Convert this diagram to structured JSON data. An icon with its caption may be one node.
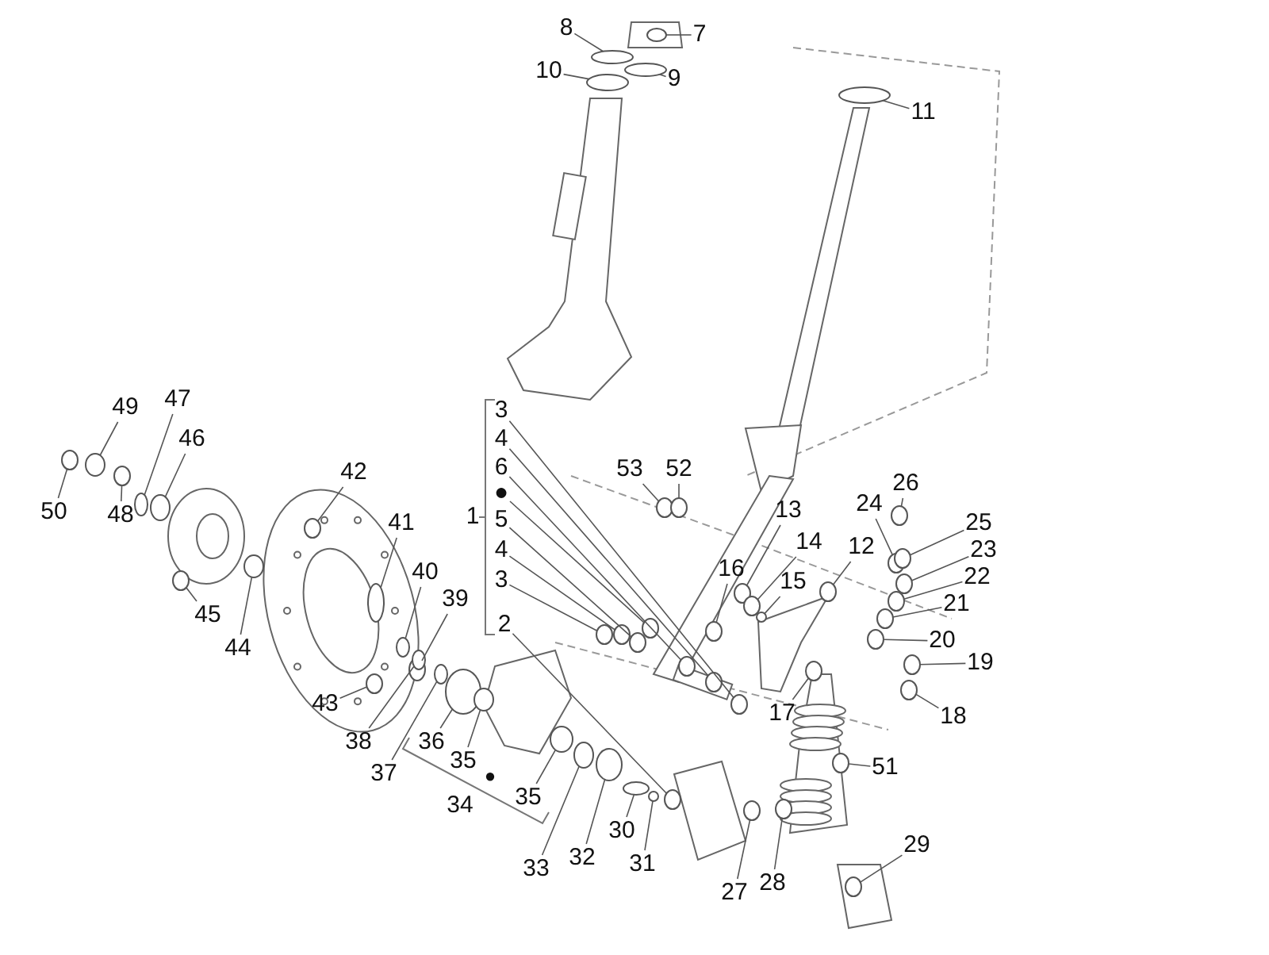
{
  "diagram": {
    "nodes": [
      {
        "text": [
          "8"
        ]
      },
      {
        "text": [
          "7"
        ]
      },
      {
        "text": [
          "10"
        ]
      },
      {
        "text": [
          "9"
        ]
      },
      {
        "text": [
          "11"
        ]
      },
      {
        "text": [
          "3"
        ]
      },
      {
        "text": [
          "4"
        ]
      },
      {
        "text": [
          "6"
        ]
      },
      {
        "text": [
          "●"
        ]
      },
      {
        "text": [
          "1"
        ]
      },
      {
        "text": [
          "5"
        ]
      },
      {
        "text": [
          "4"
        ]
      },
      {
        "text": [
          "3"
        ]
      },
      {
        "text": [
          "2"
        ]
      },
      {
        "text": [
          "53"
        ]
      },
      {
        "text": [
          "52"
        ]
      },
      {
        "text": [
          "26"
        ]
      },
      {
        "text": [
          "49"
        ]
      },
      {
        "text": [
          "47"
        ]
      },
      {
        "text": [
          "46"
        ]
      },
      {
        "text": [
          "50"
        ]
      },
      {
        "text": [
          "48"
        ]
      },
      {
        "text": [
          "42"
        ]
      },
      {
        "text": [
          "41"
        ]
      },
      {
        "text": [
          "13"
        ]
      },
      {
        "text": [
          "24"
        ]
      },
      {
        "text": [
          "25"
        ]
      },
      {
        "text": [
          "14"
        ]
      },
      {
        "text": [
          "12"
        ]
      },
      {
        "text": [
          "23"
        ]
      },
      {
        "text": [
          "16"
        ]
      },
      {
        "text": [
          "15"
        ]
      },
      {
        "text": [
          "22"
        ]
      },
      {
        "text": [
          "21"
        ]
      },
      {
        "text": [
          "40"
        ]
      },
      {
        "text": [
          "39"
        ]
      },
      {
        "text": [
          "45"
        ]
      },
      {
        "text": [
          "44"
        ]
      },
      {
        "text": [
          "20"
        ]
      },
      {
        "text": [
          "19"
        ]
      },
      {
        "text": [
          "38"
        ]
      },
      {
        "text": [
          "43"
        ]
      },
      {
        "text": [
          "36"
        ]
      },
      {
        "text": [
          "37"
        ]
      },
      {
        "text": [
          "35"
        ]
      },
      {
        "text": [
          "17"
        ]
      },
      {
        "text": [
          "18"
        ]
      },
      {
        "text": [
          "51"
        ]
      },
      {
        "text": [
          "34"
        ]
      },
      {
        "text": [
          "35"
        ]
      },
      {
        "text": [
          "30"
        ]
      },
      {
        "text": [
          "33"
        ]
      },
      {
        "text": [
          "32"
        ]
      },
      {
        "text": [
          "31"
        ]
      },
      {
        "text": [
          "29"
        ]
      },
      {
        "text": [
          "27"
        ]
      },
      {
        "text": [
          "28"
        ]
      },
      {
        "text": [],
        "shape": "circle"
      },
      {
        "text": [],
        "shape": "circle"
      },
      {
        "text": [],
        "shape": "circle"
      },
      {
        "text": [],
        "shape": "circle"
      },
      {
        "text": [],
        "shape": "circle"
      },
      {
        "text": [],
        "shape": "circle"
      },
      {
        "text": [],
        "shape": "circle"
      },
      {
        "text": [],
        "shape": "circle"
      },
      {
        "text": [],
        "shape": "circle"
      },
      {
        "text": [],
        "shape": "circle"
      },
      {
        "text": [],
        "shape": "circle"
      },
      {
        "text": [],
        "shape": "circle"
      },
      {
        "text": [],
        "shape": "circle"
      },
      {
        "text": [],
        "shape": "circle"
      },
      {
        "text": [],
        "shape": "circle"
      },
      {
        "text": [],
        "shape": "circle"
      },
      {
        "text": [],
        "shape": "circle"
      },
      {
        "text": [],
        "shape": "circle"
      },
      {
        "text": [],
        "shape": "circle"
      },
      {
        "text": [],
        "shape": "circle"
      },
      {
        "text": [],
        "shape": "circle"
      },
      {
        "text": [],
        "shape": "circle"
      },
      {
        "text": [],
        "shape": "circle"
      },
      {
        "text": [],
        "shape": "circle"
      },
      {
        "text": [],
        "shape": "circle"
      },
      {
        "text": [],
        "shape": "circle"
      },
      {
        "text": [],
        "shape": "circle"
      },
      {
        "text": [],
        "shape": "circle"
      },
      {
        "text": [],
        "shape": "circle"
      },
      {
        "text": [],
        "shape": "circle"
      },
      {
        "text": [],
        "shape": "circle"
      },
      {
        "text": [],
        "shape": "circle"
      },
      {
        "text": [],
        "shape": "circle"
      },
      {
        "text": [],
        "shape": "circle"
      },
      {
        "text": [],
        "shape": "circle"
      },
      {
        "text": [],
        "shape": "circle"
      },
      {
        "text": [],
        "shape": "circle"
      },
      {
        "text": [],
        "shape": "circle"
      },
      {
        "text": [],
        "shape": "circle"
      },
      {
        "text": [],
        "shape": "circle"
      },
      {
        "text": [],
        "shape": "circle"
      },
      {
        "text": [],
        "shape": "circle"
      },
      {
        "text": [],
        "shape": "circle"
      },
      {
        "text": [],
        "shape": "circle"
      },
      {
        "text": [],
        "shape": "circle"
      },
      {
        "text": [],
        "shape": "circle"
      },
      {
        "text": [],
        "shape": "circle"
      },
      {
        "text": [],
        "shape": "circle"
      },
      {
        "text": [],
        "shape": "circle"
      },
      {
        "text": [],
        "shape": "circle"
      },
      {
        "text": [],
        "shape": "circle"
      },
      {
        "text": [],
        "shape": "circle"
      },
      {
        "text": [],
        "shape": "circle"
      },
      {
        "text": [],
        "shape": "circle"
      },
      {
        "text": [],
        "shape": "circle"
      }
    ],
    "edges": [
      {
        "from": 0,
        "to": 57,
        "arrow": "none"
      },
      {
        "from": 1,
        "to": 58,
        "arrow": "none"
      },
      {
        "from": 2,
        "to": 59,
        "arrow": "none"
      },
      {
        "from": 3,
        "to": 60,
        "arrow": "none"
      },
      {
        "from": 4,
        "to": 61,
        "arrow": "none"
      },
      {
        "from": 5,
        "to": 62,
        "arrow": "none"
      },
      {
        "from": 6,
        "to": 63,
        "arrow": "none"
      },
      {
        "from": 7,
        "to": 64,
        "arrow": "none"
      },
      {
        "from": 8,
        "to": 65,
        "arrow": "none"
      },
      {
        "from": 10,
        "to": 66,
        "arrow": "none"
      },
      {
        "from": 11,
        "to": 67,
        "arrow": "none"
      },
      {
        "from": 12,
        "to": 68,
        "arrow": "none"
      },
      {
        "from": 13,
        "to": 69,
        "arrow": "none"
      },
      {
        "from": 14,
        "to": 70,
        "arrow": "none"
      },
      {
        "from": 15,
        "to": 71,
        "arrow": "none"
      },
      {
        "from": 16,
        "to": 72,
        "arrow": "none"
      },
      {
        "from": 17,
        "to": 73,
        "arrow": "none"
      },
      {
        "from": 18,
        "to": 74,
        "arrow": "none"
      },
      {
        "from": 19,
        "to": 75,
        "arrow": "none"
      },
      {
        "from": 20,
        "to": 76,
        "arrow": "none"
      },
      {
        "from": 21,
        "to": 77,
        "arrow": "none"
      },
      {
        "from": 22,
        "to": 78,
        "arrow": "none"
      },
      {
        "from": 23,
        "to": 79,
        "arrow": "none"
      },
      {
        "from": 24,
        "to": 80,
        "arrow": "none"
      },
      {
        "from": 25,
        "to": 81,
        "arrow": "none"
      },
      {
        "from": 26,
        "to": 82,
        "arrow": "none"
      },
      {
        "from": 27,
        "to": 83,
        "arrow": "none"
      },
      {
        "from": 28,
        "to": 84,
        "arrow": "none"
      },
      {
        "from": 29,
        "to": 85,
        "arrow": "none"
      },
      {
        "from": 30,
        "to": 86,
        "arrow": "none"
      },
      {
        "from": 31,
        "to": 87,
        "arrow": "none"
      },
      {
        "from": 32,
        "to": 88,
        "arrow": "none"
      },
      {
        "from": 33,
        "to": 89,
        "arrow": "none"
      },
      {
        "from": 34,
        "to": 90,
        "arrow": "none"
      },
      {
        "from": 35,
        "to": 91,
        "arrow": "none"
      },
      {
        "from": 36,
        "to": 92,
        "arrow": "none"
      },
      {
        "from": 37,
        "to": 93,
        "arrow": "none"
      },
      {
        "from": 38,
        "to": 94,
        "arrow": "none"
      },
      {
        "from": 39,
        "to": 95,
        "arrow": "none"
      },
      {
        "from": 40,
        "to": 96,
        "arrow": "none"
      },
      {
        "from": 41,
        "to": 97,
        "arrow": "none"
      },
      {
        "from": 42,
        "to": 98,
        "arrow": "none"
      },
      {
        "from": 43,
        "to": 99,
        "arrow": "none"
      },
      {
        "from": 44,
        "to": 100,
        "arrow": "none"
      },
      {
        "from": 45,
        "to": 101,
        "arrow": "none"
      },
      {
        "from": 46,
        "to": 102,
        "arrow": "none"
      },
      {
        "from": 47,
        "to": 103,
        "arrow": "none"
      },
      {
        "from": 49,
        "to": 104,
        "arrow": "none"
      },
      {
        "from": 50,
        "to": 105,
        "arrow": "none"
      },
      {
        "from": 51,
        "to": 106,
        "arrow": "none"
      },
      {
        "from": 52,
        "to": 107,
        "arrow": "none"
      },
      {
        "from": 53,
        "to": 108,
        "arrow": "none"
      },
      {
        "from": 54,
        "to": 109,
        "arrow": "none"
      },
      {
        "from": 55,
        "to": 110,
        "arrow": "none"
      },
      {
        "from": 56,
        "to": 111,
        "arrow": "none"
      }
    ],
    "labels": [
      "●"
    ]
  }
}
